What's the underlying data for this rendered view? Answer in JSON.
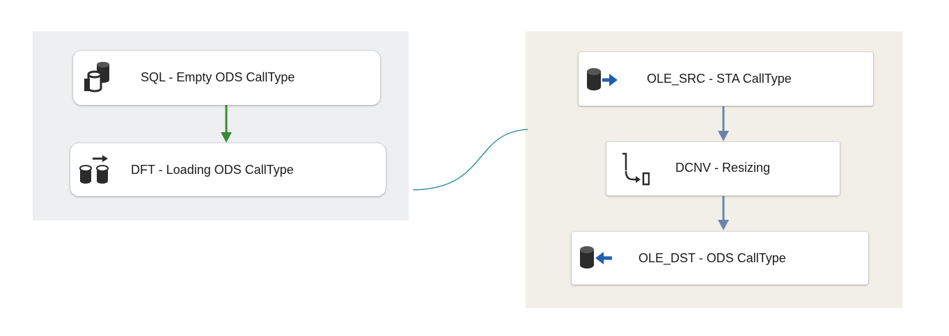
{
  "control_flow": {
    "tasks": [
      {
        "label": "SQL - Empty ODS CallType",
        "icon": "execute-sql-icon"
      },
      {
        "label": "DFT - Loading ODS CallType",
        "icon": "data-flow-task-icon"
      }
    ],
    "precedence_color": "#3a8a35"
  },
  "data_flow": {
    "components": [
      {
        "label": "OLE_SRC - STA CallType",
        "icon": "ole-db-source-icon"
      },
      {
        "label": "DCNV - Resizing",
        "icon": "data-conversion-icon"
      },
      {
        "label": "OLE_DST - ODS CallType",
        "icon": "ole-db-destination-icon"
      }
    ],
    "path_color": "#6b85aa"
  },
  "colors": {
    "control_flow_background": "#eeeff1",
    "data_flow_background": "#f1efe8",
    "link_color": "#1f8a8e",
    "arrow_blue": "#1f5fae"
  }
}
